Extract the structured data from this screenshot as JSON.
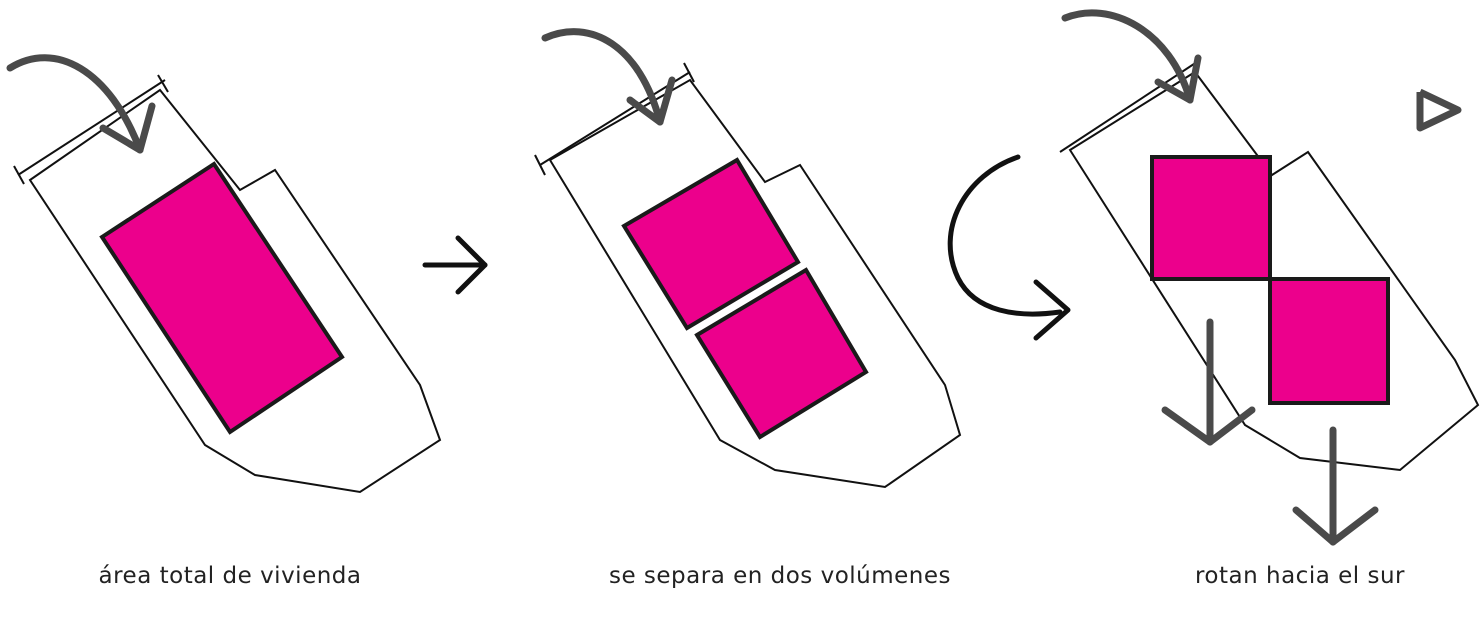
{
  "steps": [
    {
      "caption": "área total de vivienda"
    },
    {
      "caption": "se separa en dos volúmenes"
    },
    {
      "caption": "rotan hacia el sur"
    }
  ],
  "colors": {
    "volume_fill": "#ec008c",
    "outline": "#111111",
    "sun_arrow": "#4a4a4a",
    "rotation_arrow": "#111111",
    "caption_text": "#222222"
  },
  "icons": [
    "curved-arrow-icon",
    "right-arrow-icon",
    "rotation-arrow-icon",
    "down-arrow-icon",
    "triangle-icon"
  ]
}
